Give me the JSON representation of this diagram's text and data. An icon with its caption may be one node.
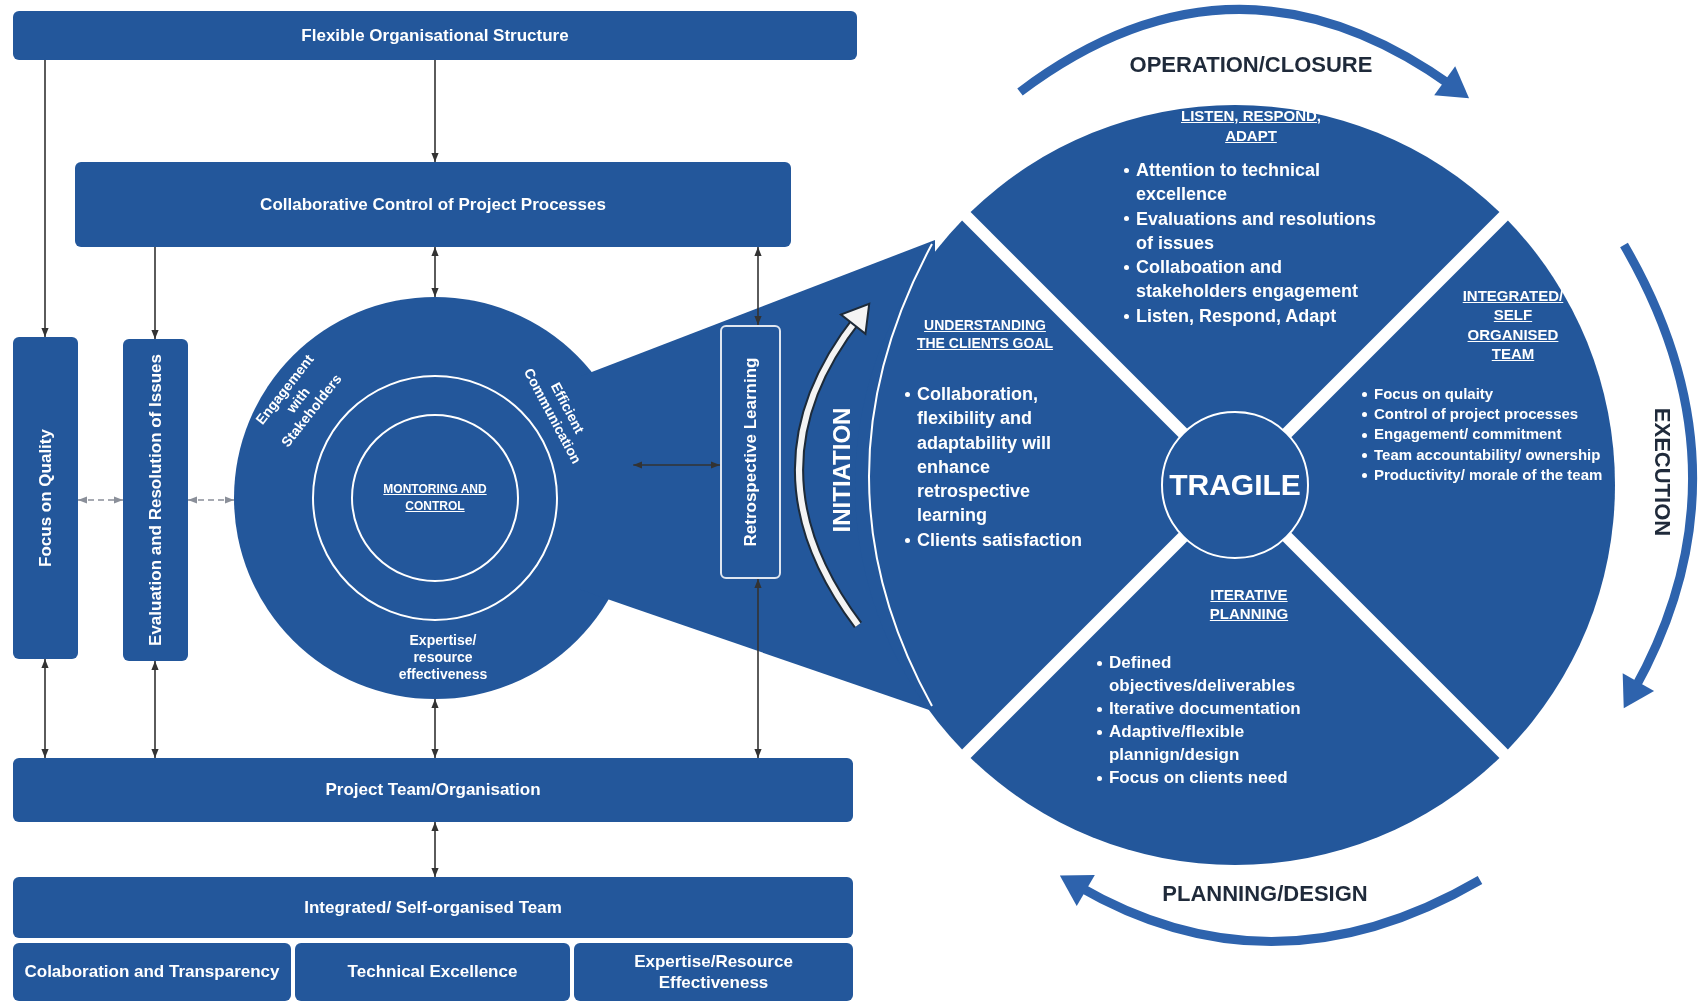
{
  "diagram": {
    "nodes": [
      {
        "text": [
          "Flexible Organisational Structure"
        ]
      },
      {
        "text": [
          "Collaborative Control of Project Processes"
        ]
      },
      {
        "text": [
          "Focus on Quality"
        ]
      },
      {
        "text": [
          "Evaluation and Resolution of Issues"
        ]
      },
      {
        "text": [
          "Engagement with Stakeholders",
          "Efficient Communication",
          "Expertise/ resource effectiveness"
        ]
      },
      {
        "text": [
          "MONTORING AND CONTROL"
        ],
        "in": 4
      },
      {
        "text": [
          "Retrospective Learning"
        ]
      },
      {
        "text": [
          "Project Team/Organisation"
        ]
      },
      {
        "text": [
          "Integrated/ Self-organised Team"
        ]
      },
      {
        "text": [
          "Colaboration and Transparency"
        ]
      },
      {
        "text": [
          "Technical Excellence"
        ]
      },
      {
        "text": [
          "Expertise/Resource Effectiveness"
        ]
      },
      {
        "text": [
          "LISTEN, RESPOND, ADAPT",
          "Attention to technical excellence",
          "Evaluations and resolutions of issues",
          "Collaboation and stakeholders engagement",
          "Listen, Respond, Adapt"
        ]
      },
      {
        "text": [
          "UNDERSTANDING THE CLIENTS GOAL",
          "Collaboration, flexibility and adaptability will enhance retrospective learning",
          "Clients satisfaction"
        ]
      },
      {
        "text": [
          "TRAGILE"
        ]
      },
      {
        "text": [
          "INTEGRATED/ SELF ORGANISED TEAM",
          "Focus on qulaity",
          "Control of project processes",
          "Engagement/ commitment",
          "Team accountability/ ownership",
          "Productivity/ morale of the team"
        ]
      },
      {
        "text": [
          "ITERATIVE PLANNING",
          "Defined objectives/deliverables",
          "Iterative documentation",
          "Adaptive/flexible plannign/design",
          "Focus on clients need"
        ]
      }
    ],
    "edges": [
      {
        "from": 0,
        "to": 2,
        "arrow": "to"
      },
      {
        "from": 0,
        "to": 1,
        "arrow": "to"
      },
      {
        "from": 1,
        "to": 3,
        "arrow": "to"
      },
      {
        "from": 1,
        "to": 4,
        "arrow": "both"
      },
      {
        "from": 1,
        "to": 6,
        "arrow": "both"
      },
      {
        "from": 2,
        "to": 3,
        "arrow": "both",
        "style": "dashed",
        "color": "#8a8f99"
      },
      {
        "from": 3,
        "to": 4,
        "arrow": "both",
        "style": "dashed",
        "color": "#8a8f99"
      },
      {
        "from": 4,
        "to": 6,
        "arrow": "both"
      },
      {
        "from": 2,
        "to": 7,
        "arrow": "both"
      },
      {
        "from": 3,
        "to": 7,
        "arrow": "both"
      },
      {
        "from": 4,
        "to": 7,
        "arrow": "both"
      },
      {
        "from": 6,
        "to": 7,
        "arrow": "both"
      },
      {
        "from": 7,
        "to": 8,
        "arrow": "both"
      }
    ],
    "labels": [
      "OPERATION/CLOSURE",
      "INITIATION",
      "EXECUTION",
      "PLANNING/DESIGN"
    ]
  }
}
